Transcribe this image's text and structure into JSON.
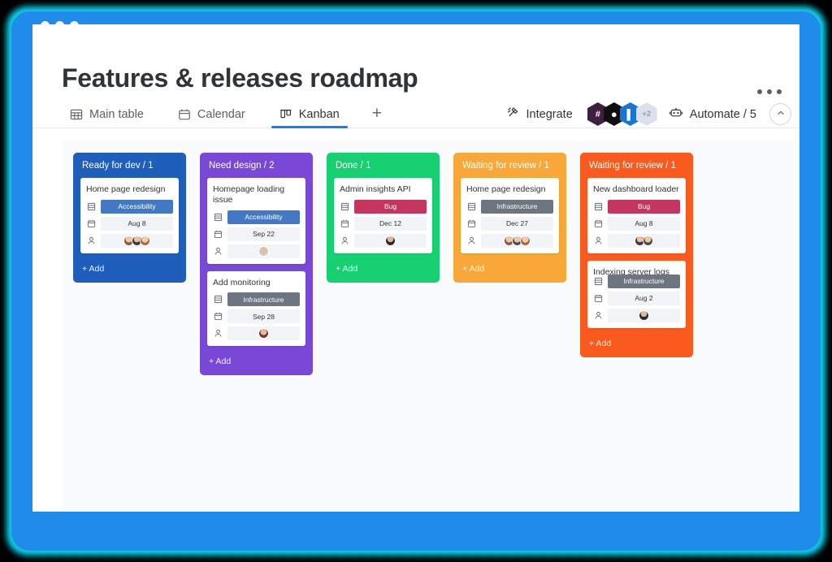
{
  "window": {
    "dots": [
      "close",
      "minimize",
      "maximize"
    ],
    "border_color": "#1f8ceb",
    "glow_color": "#0fe3ff"
  },
  "header": {
    "title": "Features & releases roadmap",
    "menu_label": "•••"
  },
  "tabs": [
    {
      "label": "Main table",
      "icon": "table-icon",
      "active": false
    },
    {
      "label": "Calendar",
      "icon": "calendar-icon",
      "active": false
    },
    {
      "label": "Kanban",
      "icon": "kanban-icon",
      "active": true
    }
  ],
  "tab_add_label": "+",
  "header_right": {
    "integrate_label": "Integrate",
    "integrate_icon": "integrate-icon",
    "integrations": [
      {
        "name": "slack",
        "glyph": "#"
      },
      {
        "name": "github",
        "glyph": "●"
      },
      {
        "name": "trello",
        "glyph": "▌"
      }
    ],
    "integrations_overflow": "+2",
    "automate_label": "Automate / 5",
    "automate_icon": "robot-icon",
    "collapse_icon": "chevron-up-icon"
  },
  "board": {
    "add_label": "+ Add",
    "columns": [
      {
        "title": "Ready for dev / 1",
        "color": "#1f5fbb",
        "cards": [
          {
            "title": "Home page redesign",
            "label": "Accessibility",
            "label_class": "label-accessibility",
            "date": "Aug 8",
            "avatars": [
              "a1",
              "a2",
              "a3"
            ]
          }
        ]
      },
      {
        "title": "Need design / 2",
        "color": "#7948d6",
        "cards": [
          {
            "title": "Homepage loading issue",
            "label": "Accessibility",
            "label_class": "label-accessibility",
            "date": "Sep 22",
            "avatars": [
              "a4"
            ]
          },
          {
            "title": "Add monitoring",
            "label": "Infrastructure",
            "label_class": "label-infrastructure",
            "date": "Sep 28",
            "avatars": [
              "a5"
            ]
          }
        ]
      },
      {
        "title": "Done / 1",
        "color": "#16d072",
        "cards": [
          {
            "title": "Admin insights API",
            "label": "Bug",
            "label_class": "label-bug",
            "date": "Dec 12",
            "avatars": [
              "a6"
            ]
          }
        ]
      },
      {
        "title": "Waiting for review / 1",
        "color": "#f7a838",
        "cards": [
          {
            "title": "Home page redesign",
            "label": "Infrastructure",
            "label_class": "label-infrastructure",
            "date": "Dec 27",
            "avatars": [
              "a1",
              "a7",
              "a3"
            ]
          }
        ]
      },
      {
        "title": "Waiting for review / 1",
        "color": "#fb5a1f",
        "cards": [
          {
            "title": "New dashboard loader",
            "label": "Bug",
            "label_class": "label-bug",
            "date": "Aug 8",
            "avatars": [
              "a2",
              "a7"
            ]
          },
          {
            "title": "Indexing server logs",
            "label": "Infrastructure",
            "label_class": "label-infrastructure",
            "date": "Aug 2",
            "avatars": [
              "a6"
            ],
            "two_line": true
          }
        ]
      }
    ]
  }
}
